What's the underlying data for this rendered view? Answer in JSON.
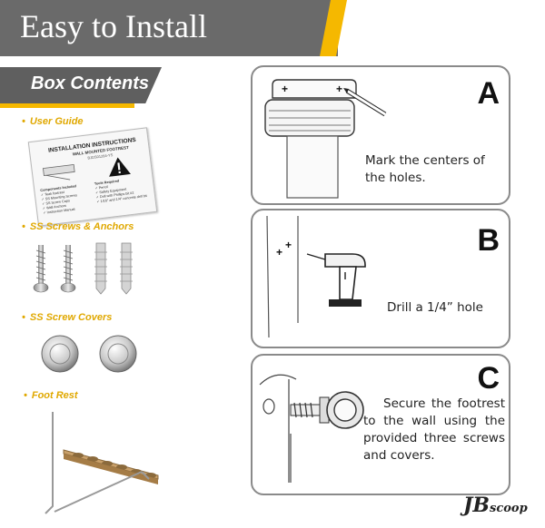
{
  "header": {
    "title": "Easy to Install"
  },
  "box_contents": {
    "title": "Box Contents",
    "items": [
      {
        "label": "User Guide"
      },
      {
        "label": "SS Screws & Anchors"
      },
      {
        "label": "SS Screw Covers"
      },
      {
        "label": "Foot Rest"
      }
    ]
  },
  "user_guide_card": {
    "title": "INSTALLATION INSTRUCTIONS",
    "subtitle": "WALL MOUNTED FOOTREST",
    "code": "BJDS01284-YS",
    "components_title": "Components Included",
    "components": [
      "Teak footrest",
      "SS Mounting Screws",
      "SS Screw Caps",
      "Wall Anchors",
      "Instruction Manual"
    ],
    "tools_title": "Tools Required",
    "tools": [
      "Pencil",
      "Safety Equipment",
      "Drill with Phillips bit #2",
      "1/16\" and 1/4\" concrete drill bit"
    ]
  },
  "steps": [
    {
      "letter": "A",
      "text": "Mark the centers of the holes."
    },
    {
      "letter": "B",
      "text": "Drill a 1/4” hole"
    },
    {
      "letter": "C",
      "text": "Secure the footrest to the wall using the provided three screws and covers."
    }
  ],
  "logo": {
    "main": "JB",
    "sub": "scoop"
  },
  "colors": {
    "banner_gray": "#6a6a6a",
    "accent_yellow": "#f5b800",
    "label_gold": "#e0a800",
    "box_border": "#8a8a8a"
  }
}
